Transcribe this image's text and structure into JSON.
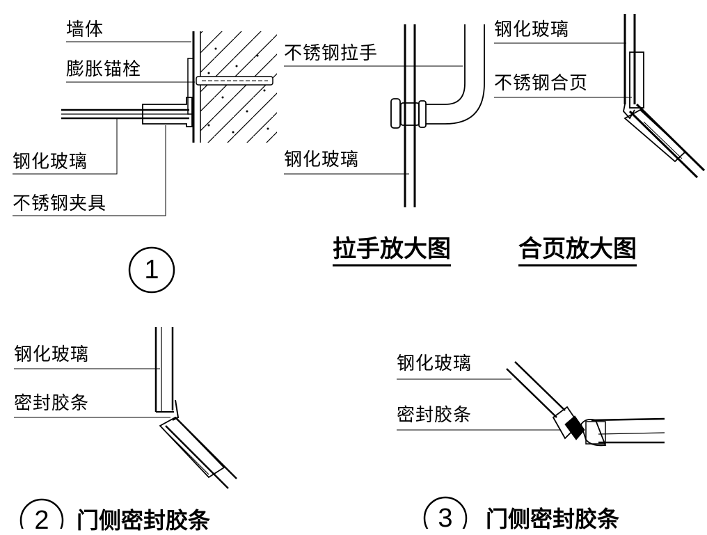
{
  "diagram1": {
    "labels": {
      "wall": "墙体",
      "anchor_bolt": "膨胀锚栓",
      "tempered_glass": "钢化玻璃",
      "ss_clamp": "不锈钢夹具"
    },
    "number": "1"
  },
  "handle_detail": {
    "labels": {
      "ss_handle": "不锈钢拉手",
      "tempered_glass": "钢化玻璃"
    },
    "title": "拉手放大图"
  },
  "hinge_detail": {
    "labels": {
      "tempered_glass": "钢化玻璃",
      "ss_hinge": "不锈钢合页"
    },
    "title": "合页放大图"
  },
  "diagram2": {
    "labels": {
      "tempered_glass": "钢化玻璃",
      "seal_strip": "密封胶条"
    },
    "number": "2",
    "caption": "门侧密封胶条"
  },
  "diagram3": {
    "labels": {
      "tempered_glass": "钢化玻璃",
      "seal_strip": "密封胶条"
    },
    "number": "3",
    "caption": "门侧密封胶条"
  }
}
